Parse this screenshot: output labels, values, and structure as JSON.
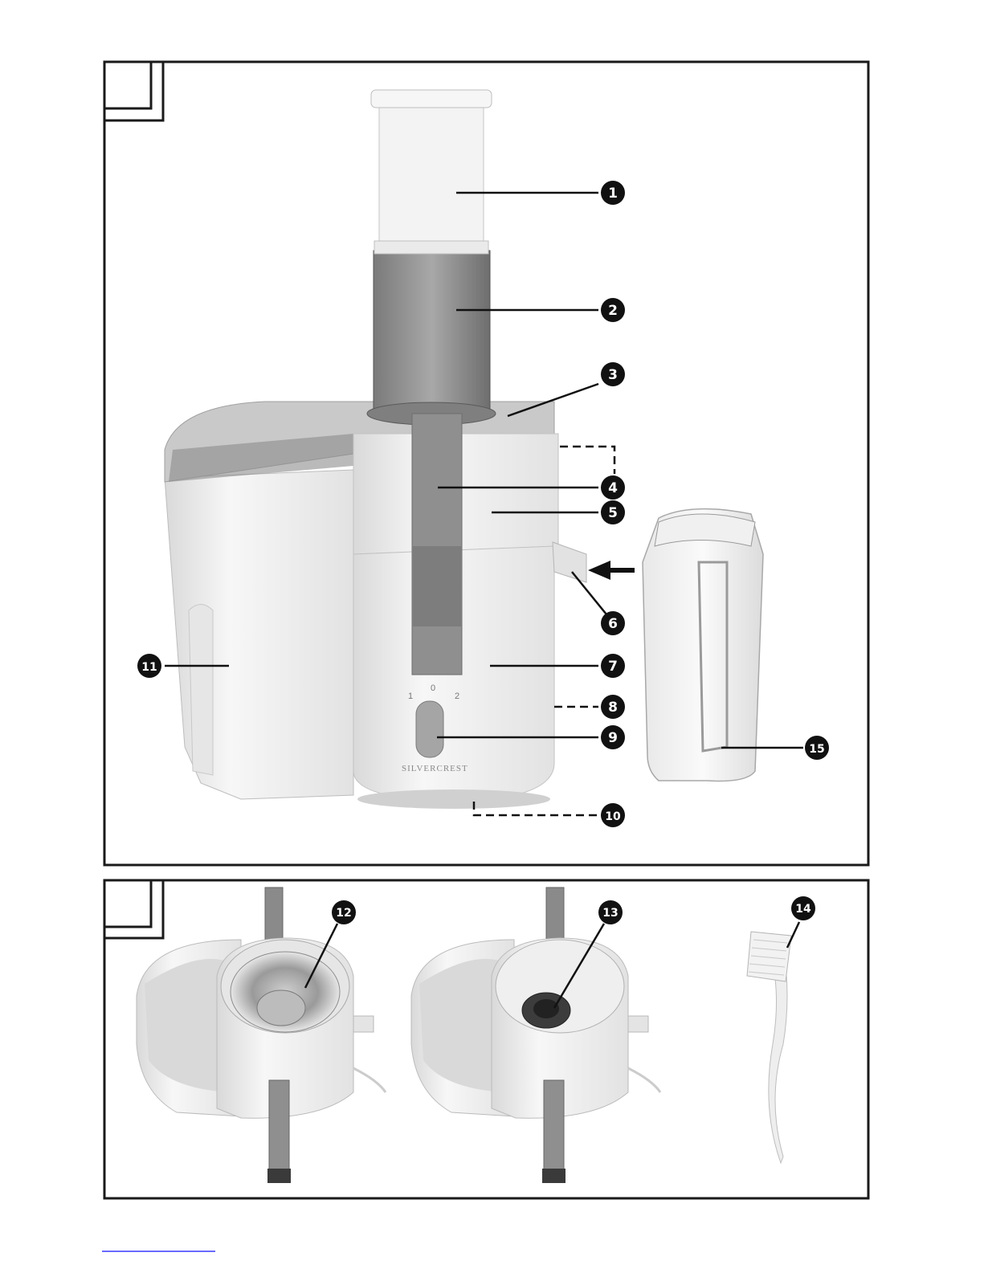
{
  "figure_a": {
    "callouts": [
      {
        "num": "1"
      },
      {
        "num": "2"
      },
      {
        "num": "3"
      },
      {
        "num": "4"
      },
      {
        "num": "5"
      },
      {
        "num": "6"
      },
      {
        "num": "7"
      },
      {
        "num": "8"
      },
      {
        "num": "9"
      },
      {
        "num": "10"
      },
      {
        "num": "11"
      },
      {
        "num": "15"
      }
    ],
    "switch_labels": {
      "left": "1",
      "center": "0",
      "right": "2"
    },
    "brand": "SILVERCREST"
  },
  "figure_b": {
    "callouts": [
      {
        "num": "12"
      },
      {
        "num": "13"
      },
      {
        "num": "14"
      }
    ]
  },
  "colors": {
    "frame": "#1a1a1a",
    "callout_bg": "#111111",
    "link_underline": "#3a3aff"
  }
}
